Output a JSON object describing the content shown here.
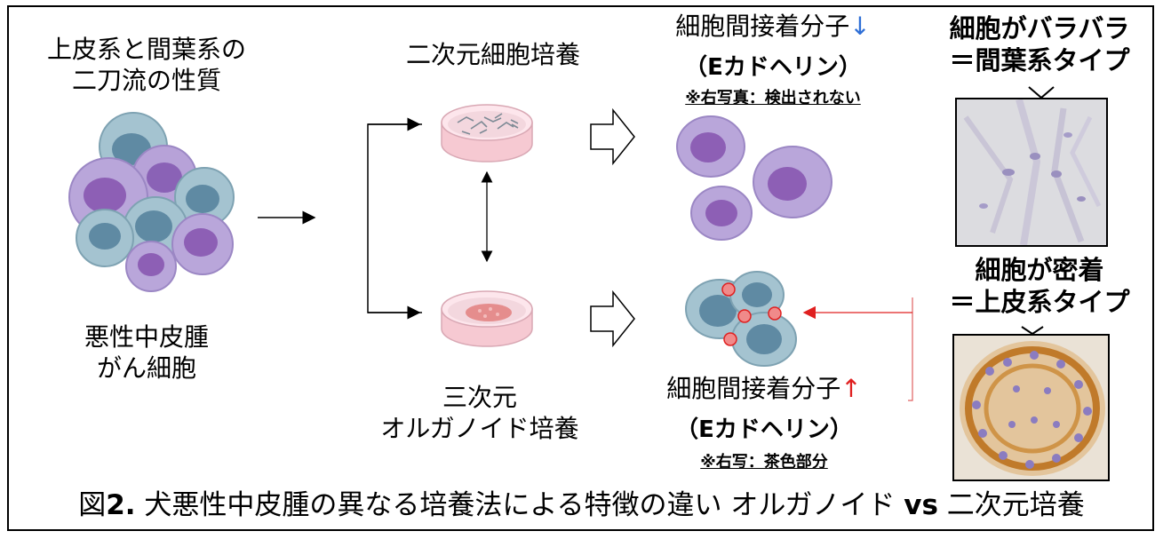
{
  "colors": {
    "adhesion_down": "#2f6fd6",
    "adhesion_up": "#e02020",
    "mesenchymal_cell": "#9b87c4",
    "epithelial_cell": "#8fb4c8",
    "stain_brown": "#c98a3a"
  },
  "left": {
    "title_line1": "上皮系と間葉系の",
    "title_line2": "二刀流の性質",
    "label_line1": "悪性中皮腫",
    "label_line2": "がん細胞"
  },
  "culture2d": {
    "label": "二次元細胞培養"
  },
  "culture3d": {
    "label_line1": "三次元",
    "label_line2": "オルガノイド培養"
  },
  "top_result": {
    "heading": "細胞間接着分子",
    "arrow": "↓",
    "sub": "（Eカドヘリン）",
    "note": "※右写真：検出されない"
  },
  "bottom_result": {
    "heading": "細胞間接着分子",
    "arrow": "↑",
    "sub": "（Eカドヘリン）",
    "note": "※右写：茶色部分"
  },
  "right_top": {
    "line1": "細胞がバラバラ",
    "line2": "＝間葉系タイプ"
  },
  "right_bottom": {
    "line1": "細胞が密着",
    "line2": "＝上皮系タイプ"
  },
  "caption": {
    "prefix": "図",
    "number": "2.",
    "text1": " 犬悪性中皮腫の異なる培養法による特徴の違い オルガノイド ",
    "vs": "vs",
    "text2": " 二次元培養"
  }
}
